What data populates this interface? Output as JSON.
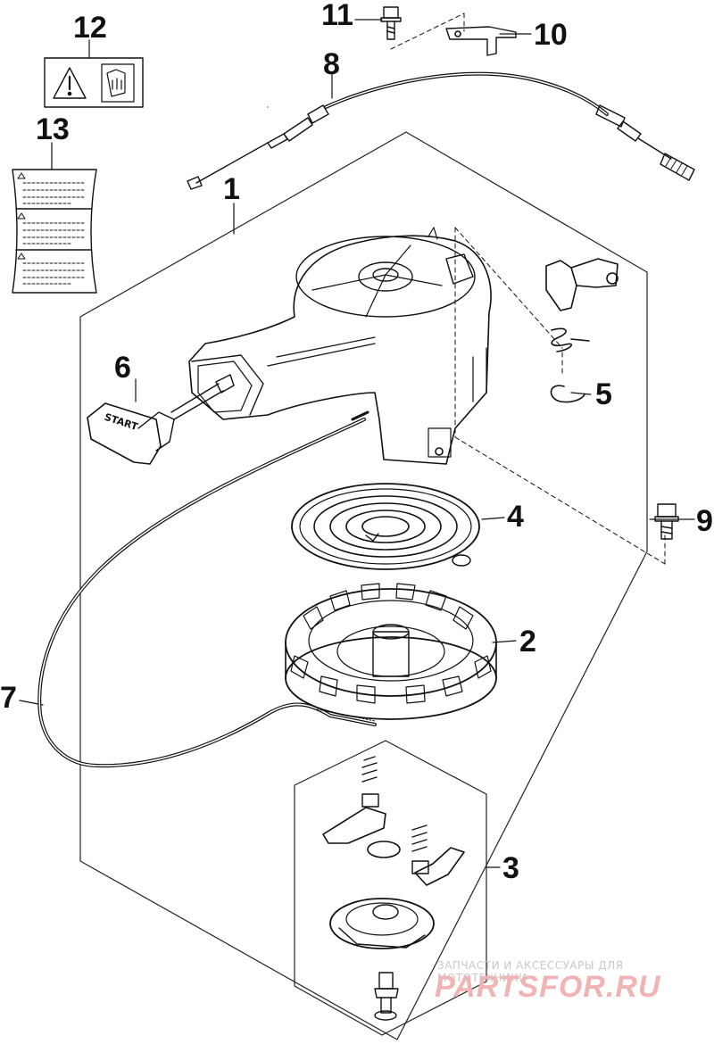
{
  "callouts": {
    "c1": "1",
    "c2": "2",
    "c3": "3",
    "c4": "4",
    "c5": "5",
    "c6": "6",
    "c7": "7",
    "c8": "8",
    "c9": "9",
    "c10": "10",
    "c11": "11",
    "c12": "12",
    "c13": "13"
  },
  "handle_label": "START",
  "watermark": {
    "text": "ЗАПЧАСТИ И АКСЕССУАРЫ ДЛЯ МОТОТЕХНИКИ",
    "logo": "PARTSFOR.RU"
  },
  "colors": {
    "line": "#111111",
    "watermark_text": "#c8c8c8",
    "watermark_logo": "#f0b4b4"
  }
}
